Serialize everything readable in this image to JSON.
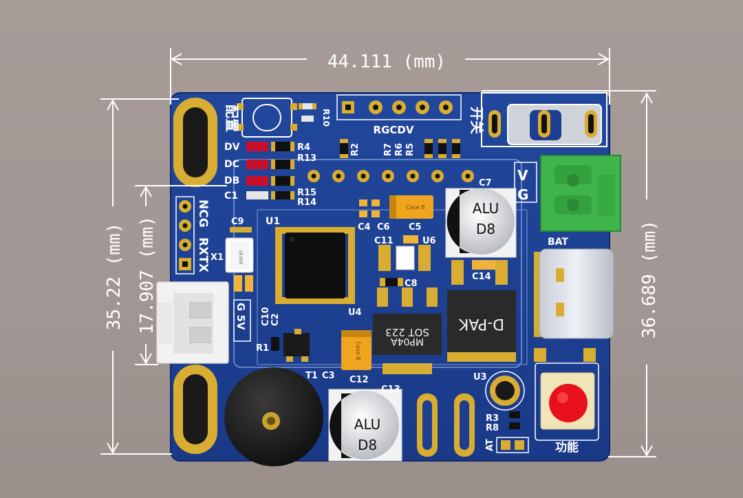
{
  "dimensions": {
    "width": "44.111 (mm)",
    "height_left_outer": "35.22 (mm)",
    "height_left_inner": "17.907 (mm)",
    "height_right": "36.689 (mm)"
  },
  "labels": {
    "peizhi": "配置",
    "kaiguan": "开关",
    "gongneng": "功能",
    "rgcdv": "RGCDV",
    "bat": "BAT",
    "ncg": "NCG",
    "rxtx": "RXTX",
    "g5v": "G 5V",
    "vg_v": "V",
    "vg_g": "G",
    "at": "AT",
    "dv": "DV",
    "dc": "DC",
    "db": "DB",
    "c1": "C1",
    "r4": "R4",
    "r13": "R13",
    "r15": "R15",
    "r14": "R14",
    "r10": "R10",
    "r2": "R2",
    "r7": "R7",
    "r6": "R6",
    "r5": "R5",
    "c7": "C7",
    "c9": "C9",
    "x1": "X1",
    "u1": "U1",
    "c4": "C4",
    "c6": "C6",
    "c5": "C5",
    "c11": "C11",
    "u6": "U6",
    "c8": "C8",
    "c14": "C14",
    "c10": "C10",
    "c2": "C2",
    "u4": "U4",
    "r1": "R1",
    "t1": "T1",
    "c3": "C3",
    "c12": "C12",
    "c13": "C13",
    "u3": "U3",
    "r3": "R3",
    "r8": "R8",
    "crystal_text": "16.000",
    "alu_top": "ALU",
    "d8_top": "D8",
    "alu_bottom": "ALU",
    "d8_bottom": "D8",
    "tant_text_1": "Case B",
    "tant_text_2": "Case B",
    "sot_line1": "SOT 223",
    "sot_line2": "MP04A",
    "dpak_text": "D-PAK"
  },
  "colors": {
    "board": "#1c3f92",
    "gold": "#d9ad32",
    "silk": "#ffffff",
    "connector_green": "#3fb44a",
    "button_red": "#e8101b",
    "tantalum": "#f0a51e"
  }
}
